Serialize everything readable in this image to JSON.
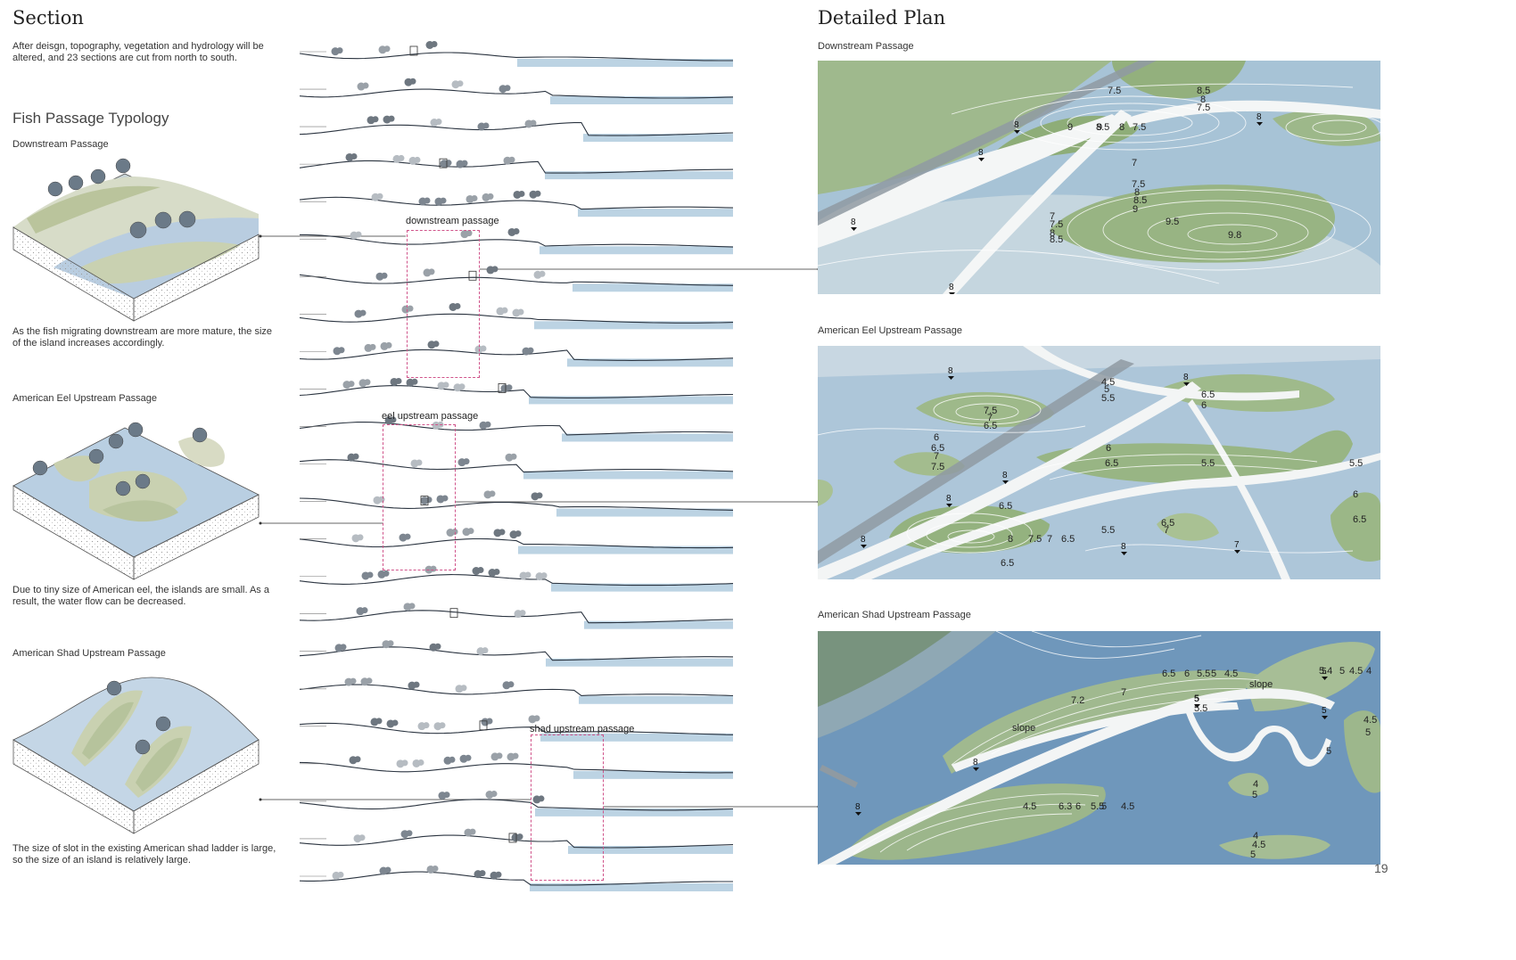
{
  "left": {
    "title": "Section",
    "intro": "After deisgn, topography, vegetation and hydrology will be altered, and 23 sections are cut from north to south.",
    "typology_title": "Fish Passage Typology",
    "passages": [
      {
        "label": "Downstream Passage",
        "caption": "As the fish migrating downstream are more mature, the size of the island increases accordingly."
      },
      {
        "label": "American Eel Upstream Passage",
        "caption": "Due to tiny size of American eel, the islands are small. As a result, the water flow can be decreased."
      },
      {
        "label": "American Shad Upstream Passage",
        "caption": "The size of slot in the existing American shad ladder is large, so the size of an island is relatively large."
      }
    ]
  },
  "sections": {
    "count": 23,
    "labels": {
      "downstream": "downstream passage",
      "eel": "eel upstream passage",
      "shad": "shad upstream passage"
    }
  },
  "right": {
    "title": "Detailed Plan",
    "plans": [
      {
        "label": "Downstream Passage",
        "numbers": [
          "7.5",
          "8.5",
          "8",
          "7.5",
          "9",
          "9",
          "8.5",
          "8",
          "7.5",
          "7",
          "7.5",
          "8",
          "8.5",
          "9",
          "9.5",
          "9.8",
          "7",
          "7.5",
          "8",
          "8.5"
        ],
        "markers": [
          "8",
          "8",
          "8",
          "8",
          "8"
        ]
      },
      {
        "label": "American Eel Upstream Passage",
        "numbers": [
          "4.5",
          "5",
          "5.5",
          "6.5",
          "6",
          "7.5",
          "7",
          "6.5",
          "6",
          "6.5",
          "7",
          "7.5",
          "6",
          "6.5",
          "5.5",
          "5.5",
          "6",
          "6.5",
          "6.5",
          "8",
          "7.5",
          "7",
          "6.5",
          "5.5",
          "6.5",
          "7",
          "6.5"
        ],
        "markers": [
          "8",
          "8",
          "8",
          "8",
          "8",
          "8",
          "7",
          "8"
        ]
      },
      {
        "label": "American Shad Upstream Passage",
        "numbers": [
          "6.5",
          "6",
          "5.5",
          "5",
          "4.5",
          "slope",
          "5.4",
          "5",
          "4.5",
          "4",
          "7.2",
          "7",
          "slope",
          "5",
          "5.5",
          "4.5",
          "5",
          "5",
          "4",
          "5",
          "4.5",
          "6.3",
          "6",
          "5.5",
          "5",
          "4.5",
          "4",
          "4.5",
          "5",
          "5.5"
        ],
        "markers": [
          "5",
          "5",
          "8",
          "8",
          "5"
        ]
      }
    ]
  },
  "page_number": "19"
}
